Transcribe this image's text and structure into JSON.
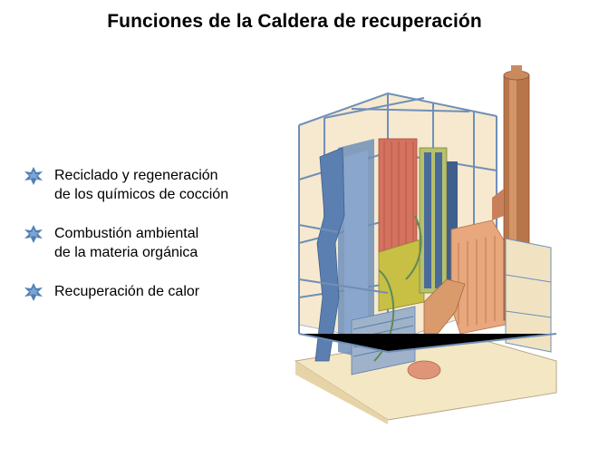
{
  "title": "Funciones de la Caldera de recuperación",
  "bullet_icon": "blue-puzzle-star-icon",
  "bullet_color": "#4f7fb5",
  "bullets": [
    {
      "line1": "Reciclado y regeneración",
      "line2": "de los químicos de cocción"
    },
    {
      "line1": "Combustión ambiental",
      "line2": "de la materia orgánica"
    },
    {
      "line1": "Recuperación de calor",
      "line2": ""
    }
  ],
  "illustration": "recovery-boiler-cutaway-illustration",
  "colors": {
    "frame_blue": "#6f8fb8",
    "furnace_blue": "#5b7fb1",
    "superheater_red": "#d4715f",
    "economizer_olive": "#c8bf45",
    "copper": "#c8805a",
    "base_cream": "#f4e7c4"
  }
}
